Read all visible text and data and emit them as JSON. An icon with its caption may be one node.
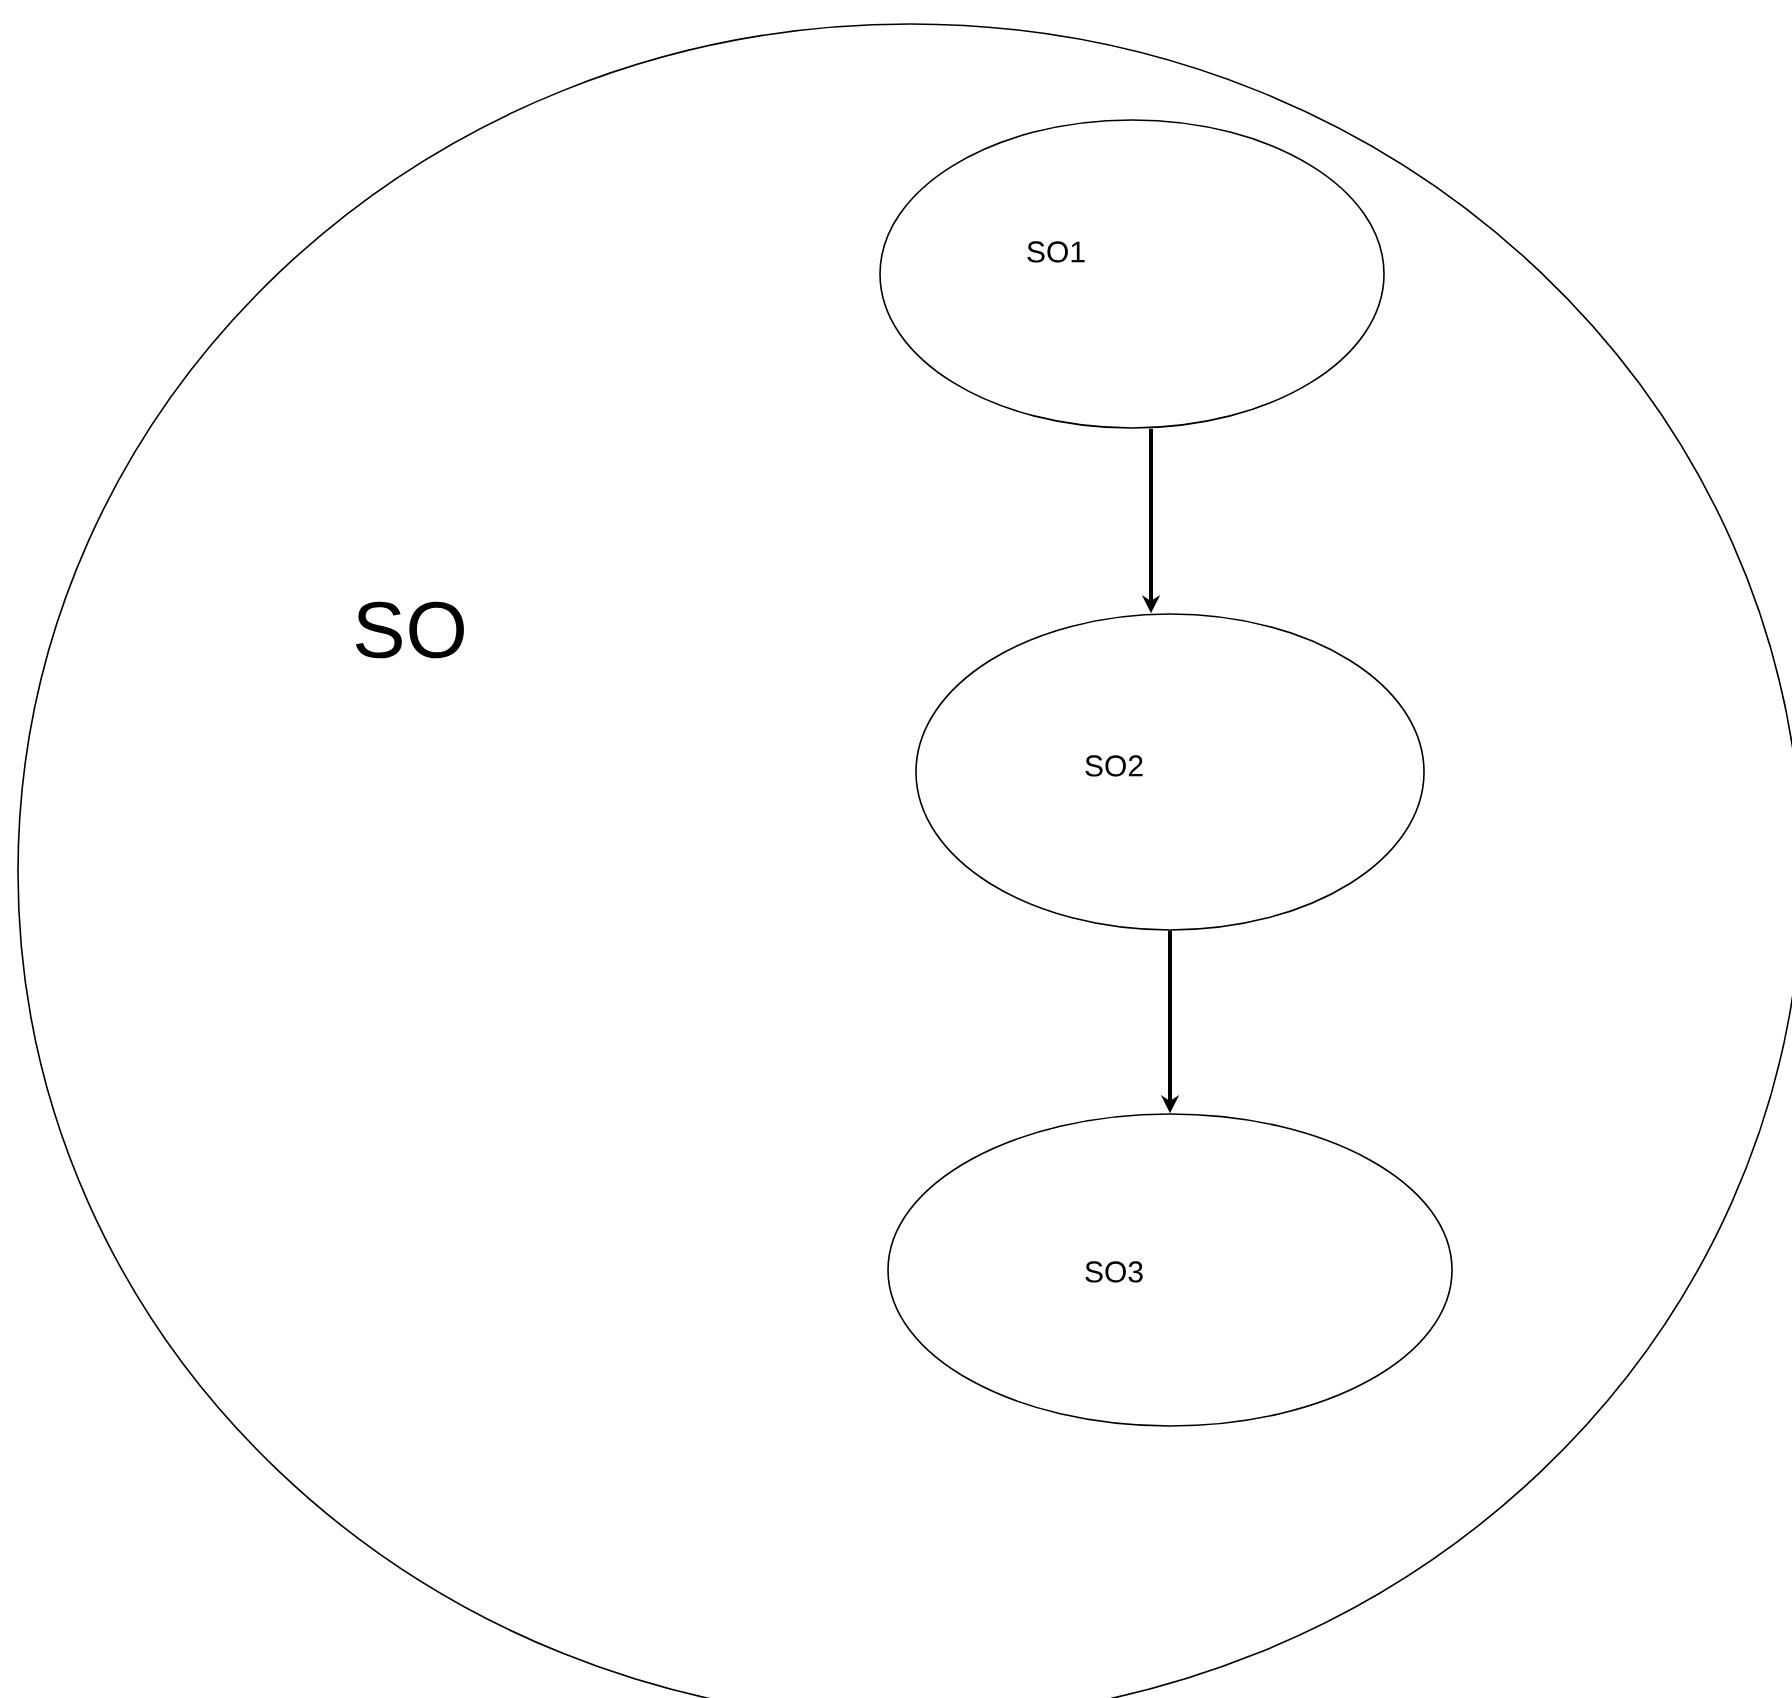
{
  "diagram": {
    "nodes": [
      {
        "text": [
          "SO"
        ]
      },
      {
        "text": [
          "SO1"
        ],
        "in": 0
      },
      {
        "text": [
          "SO2"
        ],
        "in": 0
      },
      {
        "text": [
          "SO3"
        ],
        "in": 0
      }
    ],
    "edges": [
      {
        "from": 1,
        "to": 2,
        "arrow": "to"
      },
      {
        "from": 2,
        "to": 3,
        "arrow": "to"
      }
    ]
  }
}
